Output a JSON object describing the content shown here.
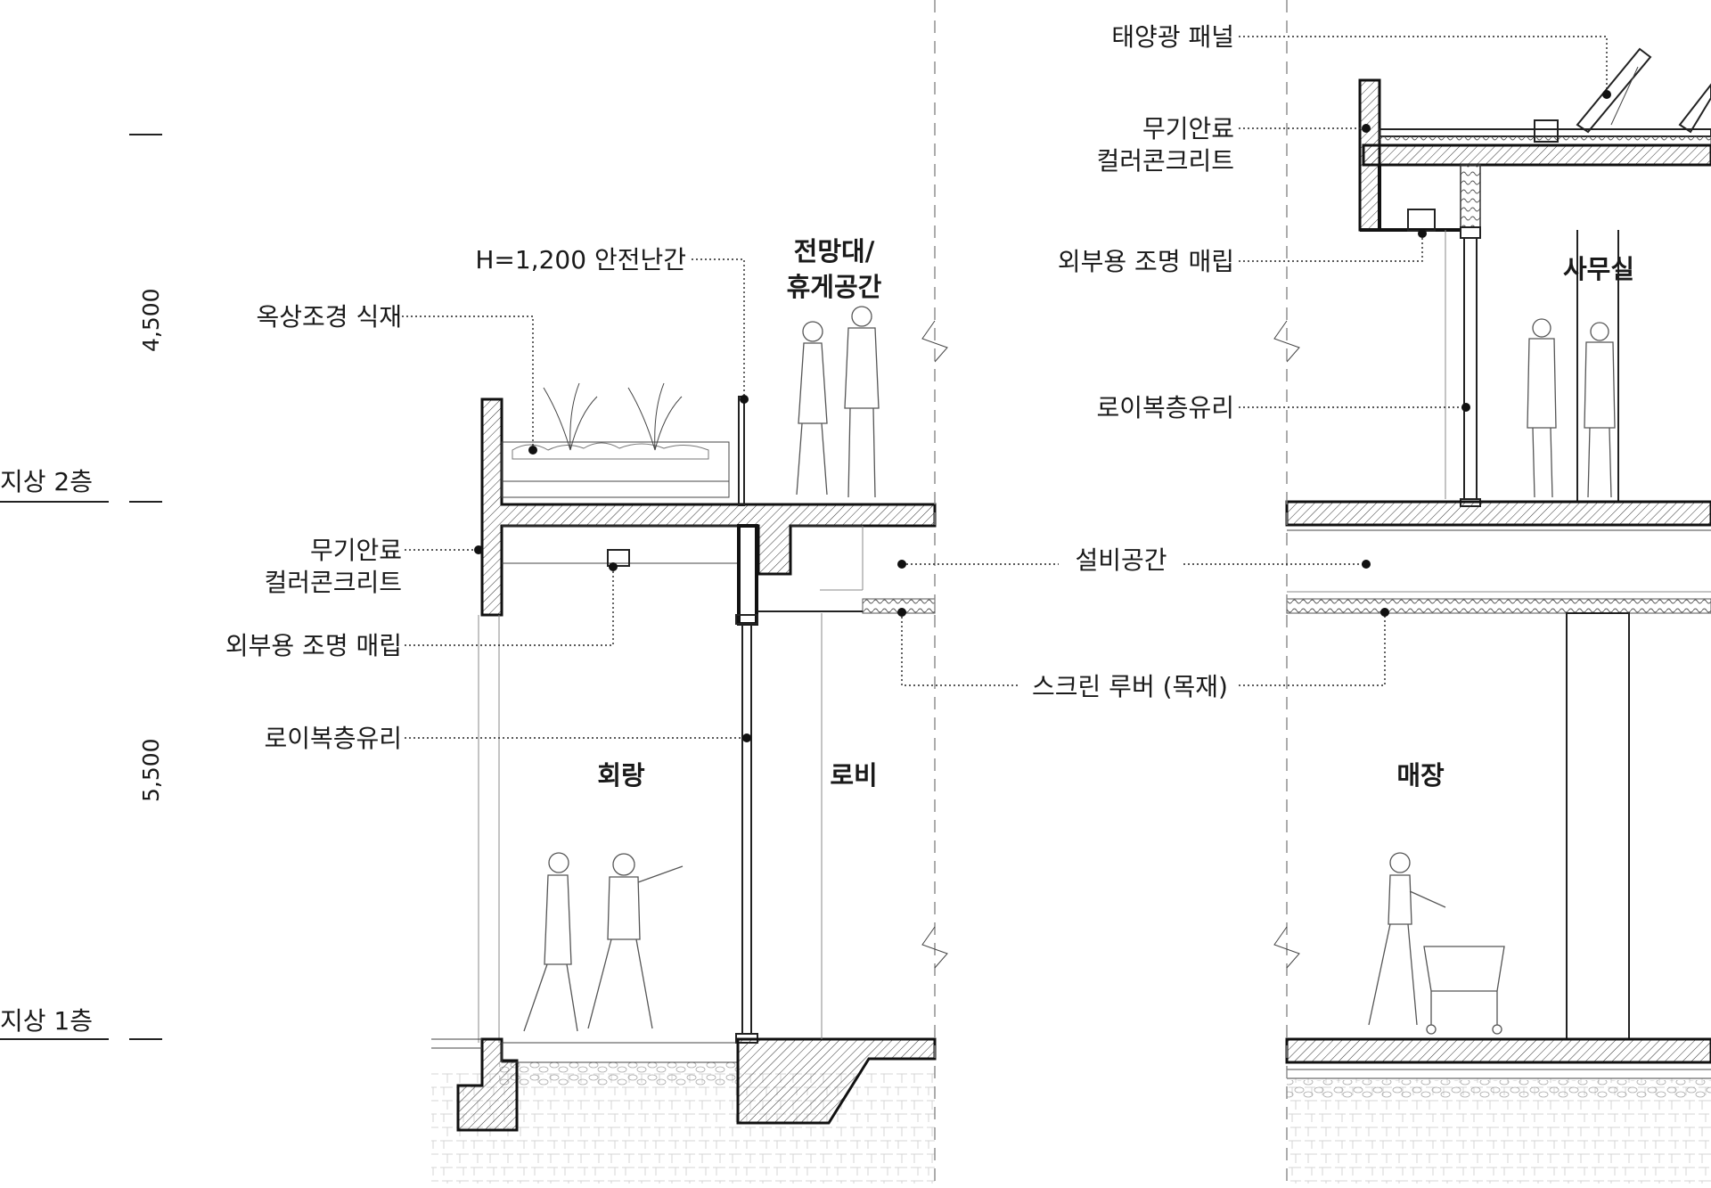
{
  "levels": {
    "floor2": "지상 2층",
    "floor1": "지상 1층"
  },
  "dimensions": {
    "upper": "4,500",
    "lower": "5,500"
  },
  "rooms": {
    "observatory_line1": "전망대/",
    "observatory_line2": "휴게공간",
    "corridor": "회랑",
    "lobby": "로비",
    "office": "사무실",
    "store": "매장"
  },
  "labels": {
    "railing": "H=1,200 안전난간",
    "roof_planting": "옥상조경 식재",
    "colored_concrete_left_1": "무기안료",
    "colored_concrete_left_2": "컬러콘크리트",
    "light_left": "외부용 조명 매립",
    "lowe_glass_left": "로이복층유리",
    "solar_panel": "태양광 패널",
    "colored_concrete_right_1": "무기안료",
    "colored_concrete_right_2": "컬러콘크리트",
    "light_right": "외부용 조명 매립",
    "lowe_glass_right": "로이복층유리",
    "mechanical_space": "설비공간",
    "screen_louver": "스크린 루버 (목재)"
  }
}
